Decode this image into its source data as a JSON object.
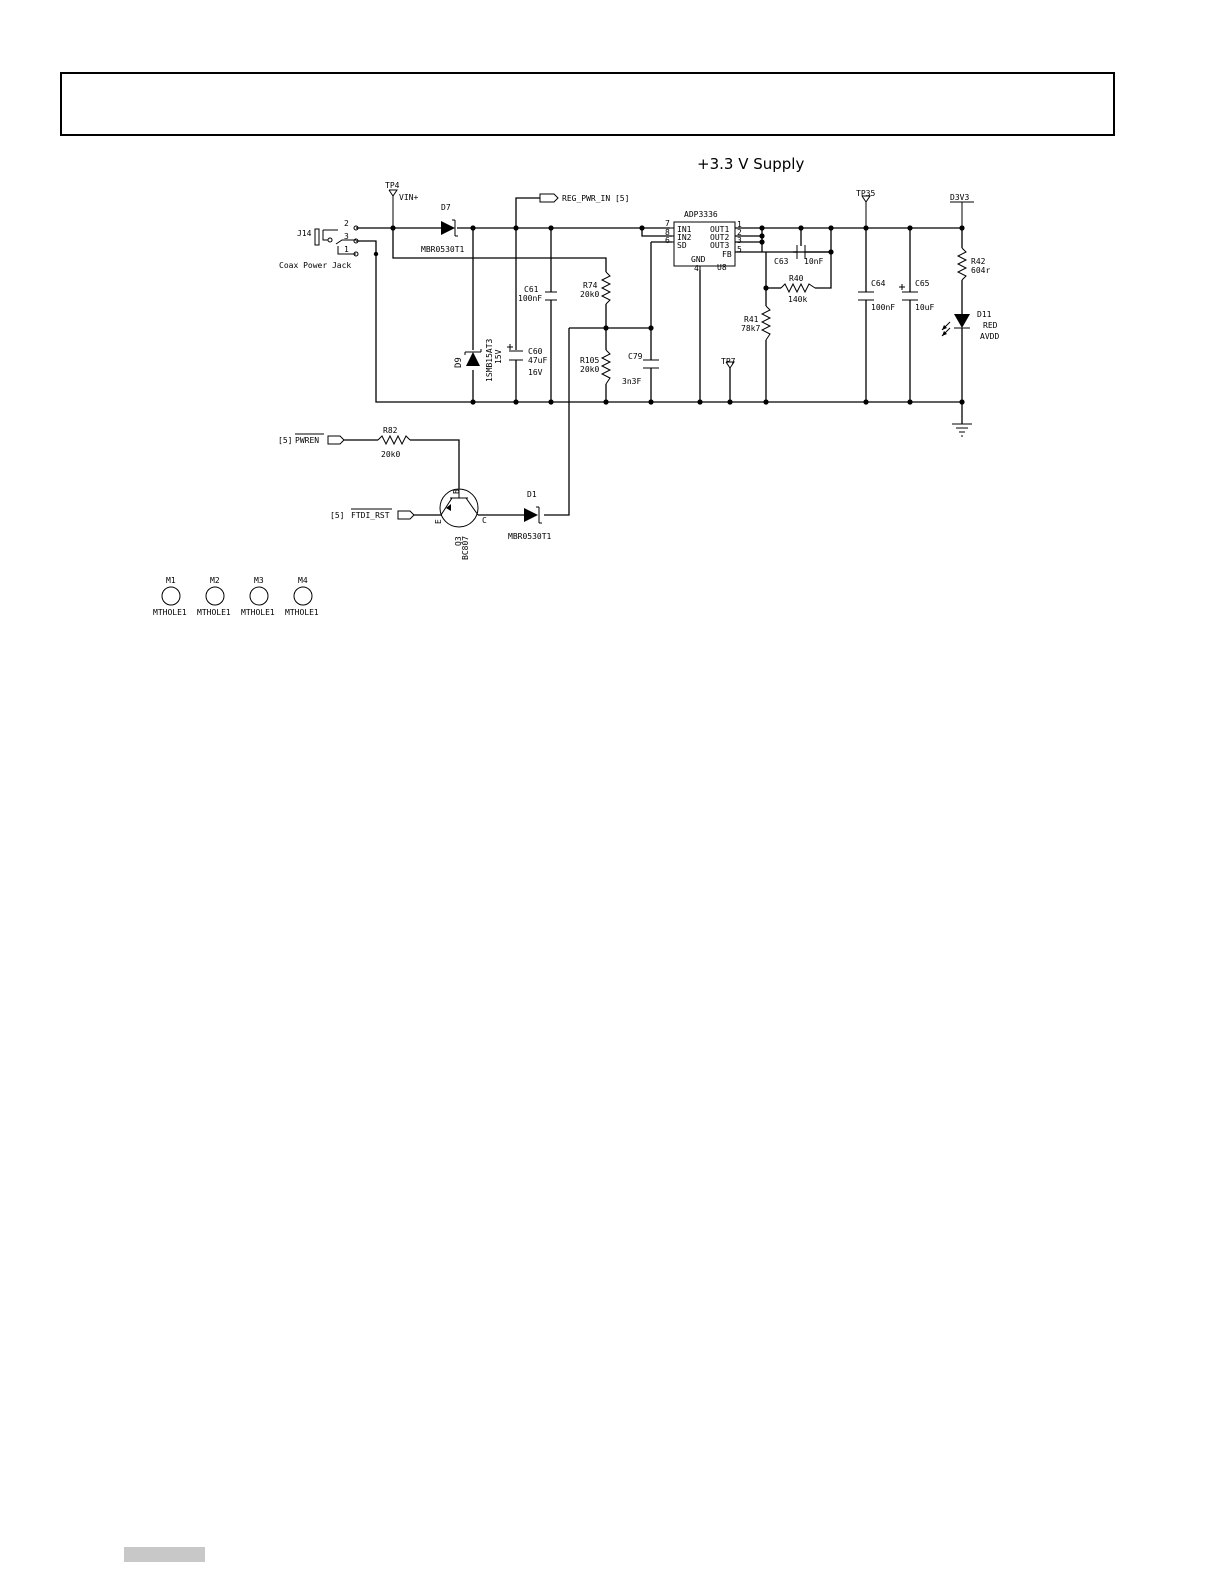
{
  "title": "+3.3  V  Supply",
  "connector": {
    "ref": "J14",
    "name": "Coax Power Jack",
    "pins": [
      "2",
      "3",
      "1"
    ]
  },
  "testpoints": {
    "tp4": "TP4",
    "tp35": "TP35",
    "tp7": "TP7"
  },
  "nets": {
    "vin": "VIN+",
    "reg_pwr_in": "REG_PWR_IN [5]",
    "d3v3": "D3V3",
    "pwren_sheet": "[5]",
    "pwren": "PWREN",
    "ftdi_sheet": "[5]",
    "ftdi_rst": "FTDI_RST"
  },
  "d7": {
    "ref": "D7",
    "value": "MBR0530T1"
  },
  "d9": {
    "ref": "D9",
    "value": "1SMB15AT3",
    "rating": "15V"
  },
  "c60": {
    "ref": "C60",
    "value": "47uF",
    "rating": "16V"
  },
  "c61": {
    "ref": "C61",
    "value": "100nF"
  },
  "r74": {
    "ref": "R74",
    "value": "20k0"
  },
  "r105": {
    "ref": "R105",
    "value": "20k0"
  },
  "c79": {
    "ref": "C79",
    "value": "3n3F"
  },
  "u8": {
    "ref": "U8",
    "part": "ADP3336",
    "in1": "IN1",
    "in2": "IN2",
    "sd": "SD",
    "gnd": "GND",
    "out1": "OUT1",
    "out2": "OUT2",
    "out3": "OUT3",
    "fb": "FB",
    "p7": "7",
    "p8": "8",
    "p6": "6",
    "p4": "4",
    "p1": "1",
    "p2": "2",
    "p3": "3",
    "p5": "5"
  },
  "c63": {
    "ref": "C63",
    "value": "10nF"
  },
  "r40": {
    "ref": "R40",
    "value": "140k"
  },
  "r41": {
    "ref": "R41",
    "value": "78k7"
  },
  "c64": {
    "ref": "C64",
    "value": "100nF"
  },
  "c65": {
    "ref": "C65",
    "value": "10uF"
  },
  "r42": {
    "ref": "R42",
    "value": "604r"
  },
  "d11": {
    "ref": "D11",
    "color": "RED",
    "net": "AVDD"
  },
  "r82": {
    "ref": "R82",
    "value": "20k0"
  },
  "q3": {
    "ref": "Q3",
    "value": "BC807",
    "b": "B",
    "e": "E",
    "c": "C"
  },
  "d1": {
    "ref": "D1",
    "value": "MBR0530T1"
  },
  "mounting": [
    {
      "ref": "M1",
      "value": "MTHOLE1"
    },
    {
      "ref": "M2",
      "value": "MTHOLE1"
    },
    {
      "ref": "M3",
      "value": "MTHOLE1"
    },
    {
      "ref": "M4",
      "value": "MTHOLE1"
    }
  ]
}
